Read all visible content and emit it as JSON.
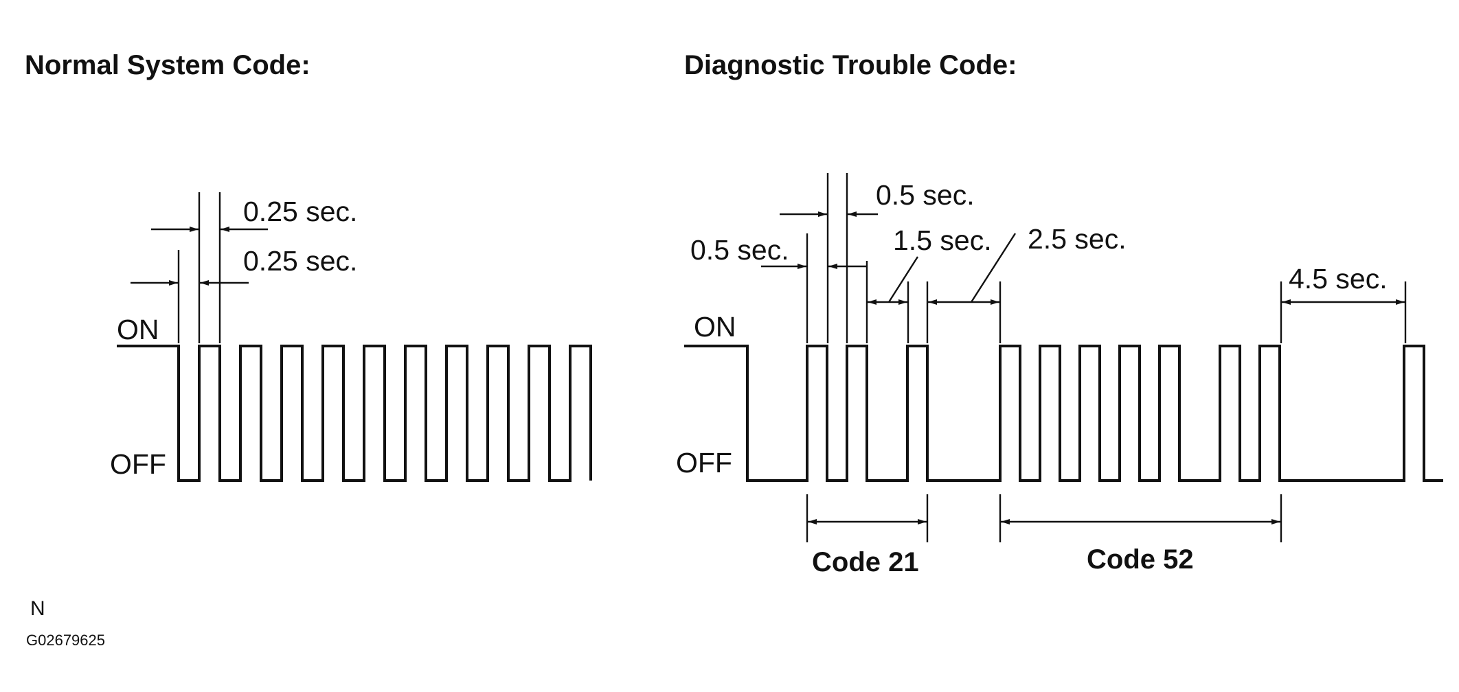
{
  "figure_id": "G02679625",
  "corner_mark": "N",
  "normal": {
    "title": "Normal System Code:",
    "on_label": "ON",
    "off_label": "OFF",
    "on_time_label": "0.25 sec.",
    "off_time_label": "0.25 sec.",
    "pulse_count": 10
  },
  "trouble": {
    "title": "Diagnostic Trouble  Code:",
    "on_label": "ON",
    "off_label": "OFF",
    "pulse_on_label": "0.5 sec.",
    "pulse_off_label": "0.5 sec.",
    "digit_gap_label": "1.5 sec.",
    "code_gap_label": "2.5 sec.",
    "repeat_gap_label": "4.5 sec.",
    "codes": [
      {
        "label": "Code 21",
        "digits": [
          2,
          1
        ]
      },
      {
        "label": "Code 52",
        "digits": [
          5,
          2
        ]
      }
    ]
  }
}
